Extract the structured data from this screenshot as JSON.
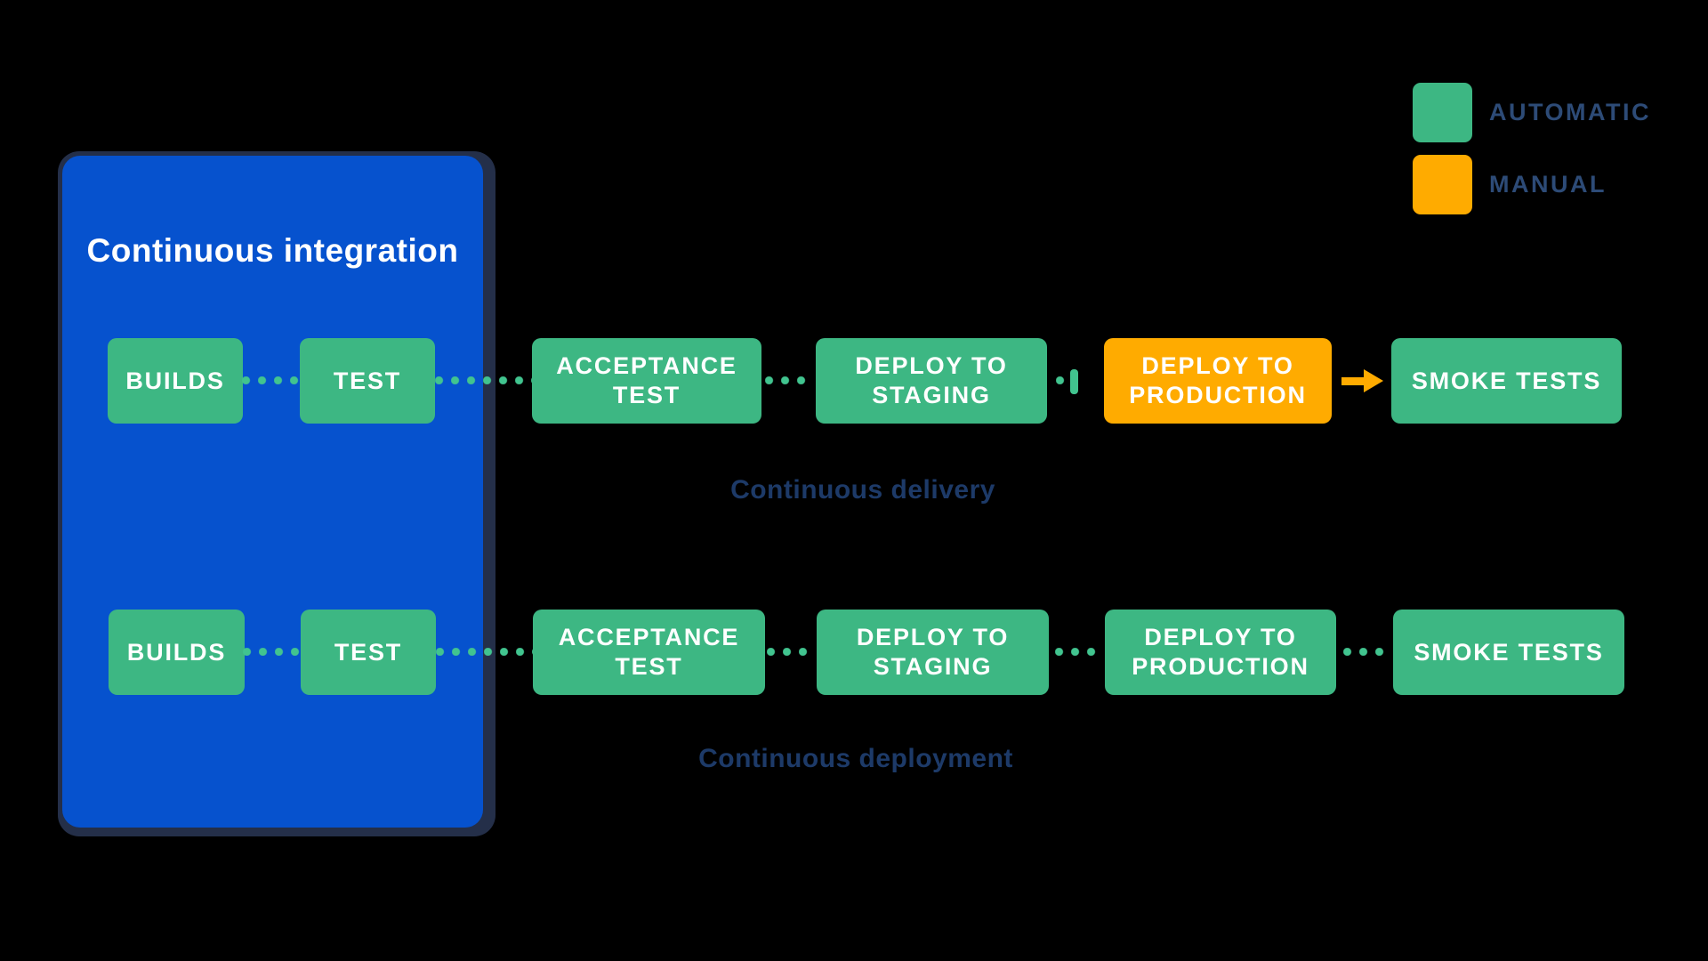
{
  "colors": {
    "background": "#000000",
    "automatic": "#3DB783",
    "manual": "#FFAB00",
    "dot": "#41C48F",
    "ci_blue": "#0652CE",
    "ci_border": "#242F49",
    "node_text": "#FFFFFF",
    "caption_navy": "#1D3A68",
    "legend_navy": "#2D4B77"
  },
  "legend": {
    "items": [
      {
        "label": "AUTOMATIC",
        "type": "automatic",
        "icon": "green-square-swatch"
      },
      {
        "label": "MANUAL",
        "type": "manual",
        "icon": "orange-square-swatch"
      }
    ]
  },
  "ci_container": {
    "title": "Continuous integration"
  },
  "rows": [
    {
      "caption": "Continuous delivery",
      "nodes": [
        {
          "label": "BUILDS",
          "type": "automatic"
        },
        {
          "label": "TEST",
          "type": "automatic"
        },
        {
          "label": "ACCEPTANCE TEST",
          "type": "automatic"
        },
        {
          "label": "DEPLOY TO STAGING",
          "type": "automatic"
        },
        {
          "label": "DEPLOY TO PRODUCTION",
          "type": "manual"
        },
        {
          "label": "SMOKE TESTS",
          "type": "automatic"
        }
      ],
      "connectors": [
        "dotted",
        "dotted",
        "dotted",
        "manual-gate",
        "manual-arrow"
      ]
    },
    {
      "caption": "Continuous deployment",
      "nodes": [
        {
          "label": "BUILDS",
          "type": "automatic"
        },
        {
          "label": "TEST",
          "type": "automatic"
        },
        {
          "label": "ACCEPTANCE TEST",
          "type": "automatic"
        },
        {
          "label": "DEPLOY TO STAGING",
          "type": "automatic"
        },
        {
          "label": "DEPLOY TO PRODUCTION",
          "type": "automatic"
        },
        {
          "label": "SMOKE TESTS",
          "type": "automatic"
        }
      ],
      "connectors": [
        "dotted",
        "dotted",
        "dotted",
        "dotted",
        "dotted"
      ]
    }
  ]
}
